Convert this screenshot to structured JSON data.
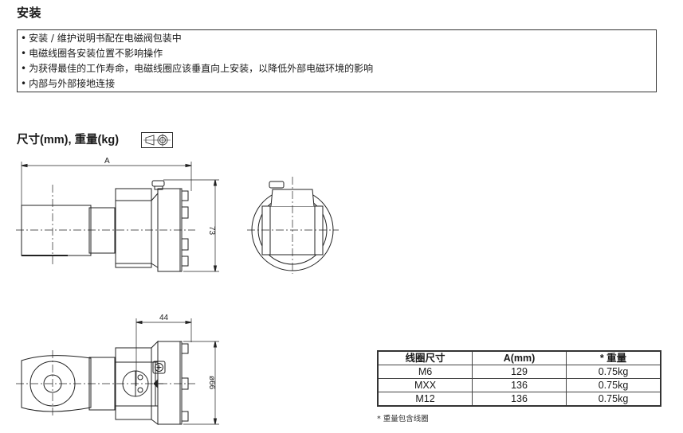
{
  "installation": {
    "title": "安装",
    "items": [
      "安装 / 维护说明书配在电磁阀包装中",
      "电磁线圈各安装位置不影响操作",
      "为获得最佳的工作寿命，电磁线圈应该垂直向上安装，以降低外部电磁环境的影响",
      "内部与外部接地连接"
    ]
  },
  "dimensions": {
    "title": "尺寸(mm), 重量(kg)",
    "projection_icon": "first-angle-projection-icon",
    "drawing_labels": {
      "length_A": "A",
      "height": "73",
      "depth": "44",
      "diameter": "ø66"
    }
  },
  "spec_table": {
    "headers": [
      "线圈尺寸",
      "A(mm)",
      "* 重量"
    ],
    "rows": [
      [
        "M6",
        "129",
        "0.75kg"
      ],
      [
        "MXX",
        "136",
        "0.75kg"
      ],
      [
        "M12",
        "136",
        "0.75kg"
      ]
    ],
    "footnote": "* 重量包含线圈"
  }
}
